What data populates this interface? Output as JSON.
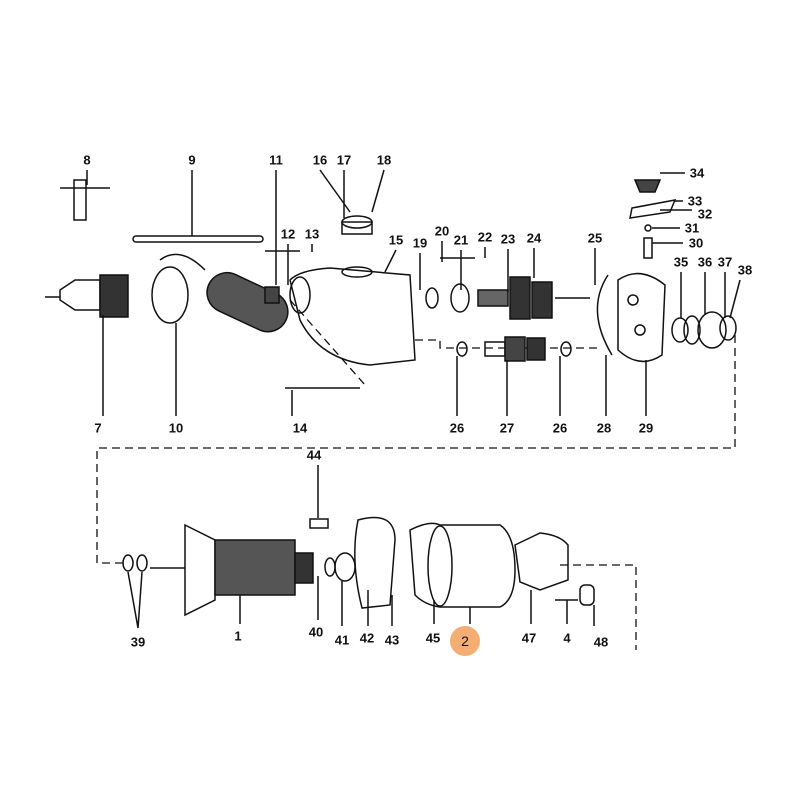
{
  "diagram": {
    "highlight_color": "#f4ad72",
    "labels": [
      "8",
      "9",
      "11",
      "16",
      "17",
      "18",
      "12",
      "13",
      "15",
      "19",
      "20",
      "21",
      "22",
      "23",
      "24",
      "25",
      "34",
      "33",
      "32",
      "31",
      "30",
      "35",
      "36",
      "37",
      "38",
      "7",
      "10",
      "14",
      "26",
      "27",
      "26",
      "28",
      "29",
      "44",
      "39",
      "1",
      "40",
      "41",
      "42",
      "43",
      "45",
      "2",
      "47",
      "4",
      "48"
    ],
    "highlighted_label": "2"
  }
}
